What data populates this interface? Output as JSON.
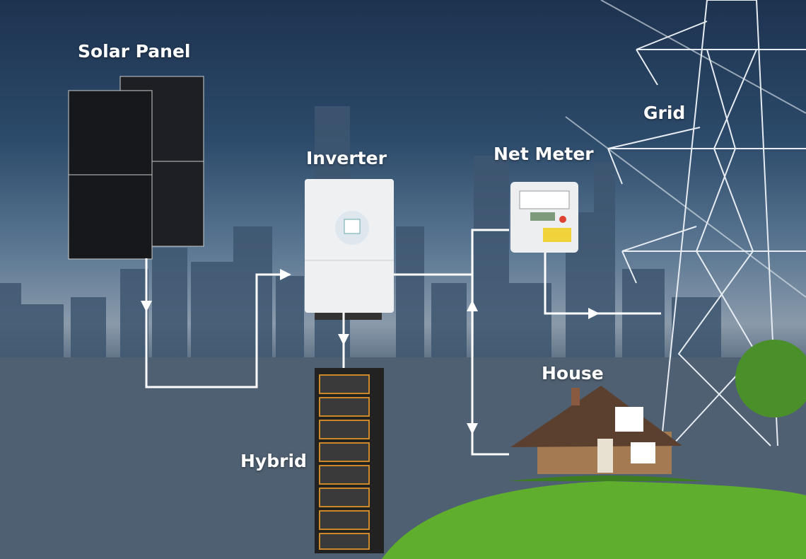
{
  "labels": {
    "solar_panel": "Solar Panel",
    "inverter": "Inverter",
    "net_meter": "Net Meter",
    "grid": "Grid",
    "house": "House",
    "hybrid": "Hybrid"
  },
  "colors": {
    "line": "#ffffff",
    "grass": "#5fae2e",
    "sky": "#1d3350"
  }
}
